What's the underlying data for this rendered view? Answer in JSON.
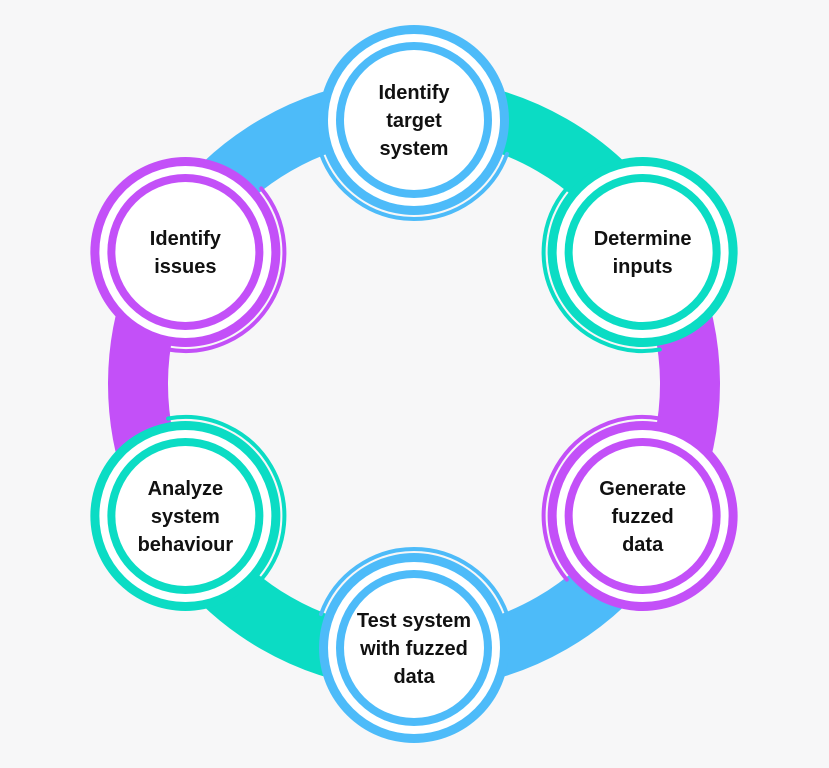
{
  "diagram": {
    "colors": {
      "background": "#f7f7f8",
      "blue": "#4dbbf9",
      "teal": "#0bdcc4",
      "purple": "#c350f8",
      "node_fill": "#ffffff",
      "text": "#111111"
    },
    "steps": [
      {
        "key": "identify-target-system",
        "lines": [
          "Identify",
          "target",
          "system"
        ],
        "color": "blue"
      },
      {
        "key": "determine-inputs",
        "lines": [
          "Determine",
          "inputs"
        ],
        "color": "teal"
      },
      {
        "key": "generate-fuzzed-data",
        "lines": [
          "Generate",
          "fuzzed",
          "data"
        ],
        "color": "purple"
      },
      {
        "key": "test-system-with-fuzzed-data",
        "lines": [
          "Test system",
          "with fuzzed",
          "data"
        ],
        "color": "blue"
      },
      {
        "key": "analyze-system-behaviour",
        "lines": [
          "Analyze",
          "system",
          "behaviour"
        ],
        "color": "teal"
      },
      {
        "key": "identify-issues",
        "lines": [
          "Identify",
          "issues"
        ],
        "color": "purple"
      }
    ],
    "connectors": [
      "teal",
      "purple",
      "blue",
      "teal",
      "purple",
      "blue"
    ]
  }
}
